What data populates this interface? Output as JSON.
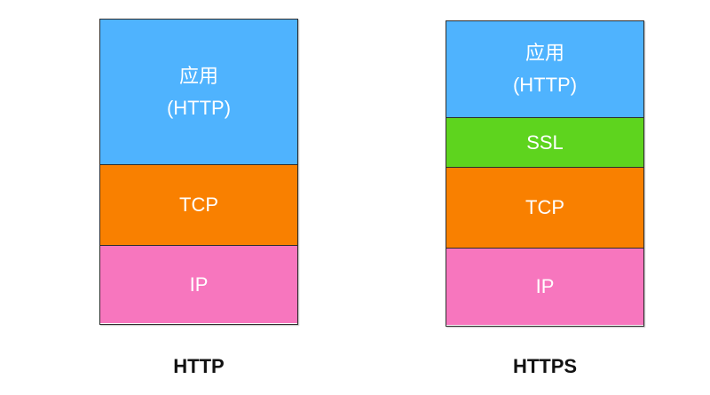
{
  "colors": {
    "application": "#4FB3FE",
    "ssl": "#5ED41E",
    "tcp": "#F98000",
    "ip": "#F776BE",
    "border": "#2E2E2E",
    "layer_text": "#FFFFFF",
    "caption_text": "#111111"
  },
  "http_stack": {
    "caption": "HTTP",
    "layers": {
      "application": {
        "line1": "应用",
        "line2": "(HTTP)"
      },
      "tcp": {
        "label": "TCP"
      },
      "ip": {
        "label": "IP"
      }
    }
  },
  "https_stack": {
    "caption": "HTTPS",
    "layers": {
      "application": {
        "line1": "应用",
        "line2": "(HTTP)"
      },
      "ssl": {
        "label": "SSL"
      },
      "tcp": {
        "label": "TCP"
      },
      "ip": {
        "label": "IP"
      }
    }
  }
}
